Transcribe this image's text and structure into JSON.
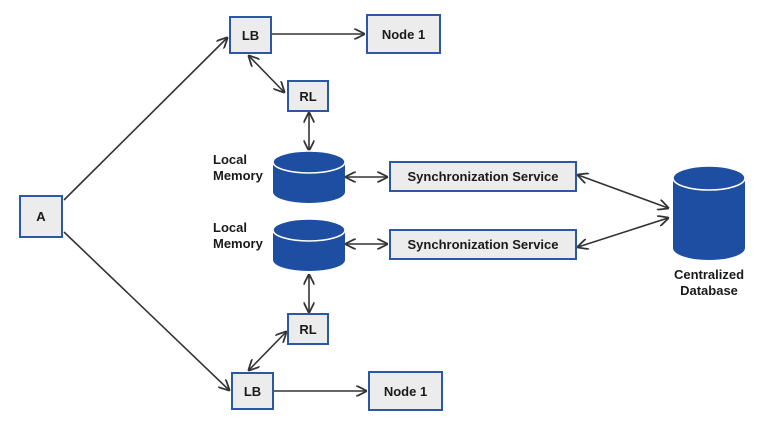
{
  "colors": {
    "accent": "#1d4ea1",
    "box_border": "#2a57a6",
    "box_fill": "#ececec",
    "arrow": "#333333"
  },
  "nodes": {
    "client": "A",
    "lb_top": "LB",
    "lb_bottom": "LB",
    "node_top": "Node 1",
    "node_bottom": "Node 1",
    "rl_top": "RL",
    "rl_bottom": "RL",
    "sync_top": "Synchronization Service",
    "sync_bottom": "Synchronization Service"
  },
  "labels": {
    "local_memory_top": [
      "Local",
      "Memory"
    ],
    "local_memory_bottom": [
      "Local",
      "Memory"
    ],
    "central_db": [
      "Centralized",
      "Database"
    ]
  }
}
